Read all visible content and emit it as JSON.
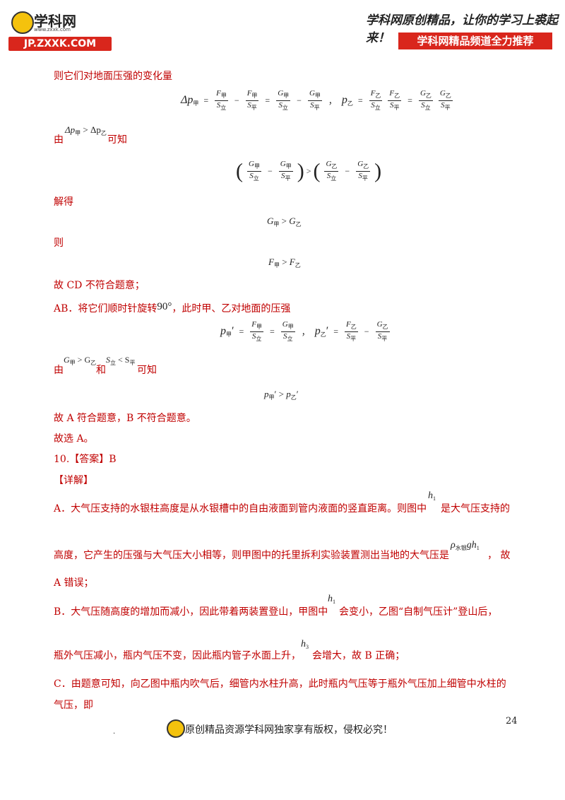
{
  "header": {
    "logo_cn": "学科网",
    "logo_url_small": "www.zxxk.com",
    "logo_banner": "JP.ZXXK.COM",
    "slogan": "学科网原创精品，让你的学习上裘起来！",
    "badge": "学科网精品频道全力推荐"
  },
  "body": {
    "p1": "则它们对地面压强的变化量",
    "eq1": {
      "lhs": "Δp",
      "lhs_sub": "甲",
      "f1n": "F",
      "f1n_sub": "甲",
      "f1d": "S",
      "f1d_sub": "立",
      "f2n": "F",
      "f2n_sub": "甲",
      "f2d": "S",
      "f2d_sub": "平",
      "f3n": "G",
      "f3n_sub": "甲",
      "f3d": "S",
      "f3d_sub": "立",
      "f4n": "G",
      "f4n_sub": "甲",
      "f4d": "S",
      "f4d_sub": "平",
      "sep": "，",
      "rhs": "p",
      "rhs_sub": "乙",
      "g1n": "F",
      "g1n_sub": "乙",
      "g1d": "S",
      "g1d_sub": "立",
      "g2n": "F",
      "g2n_sub": "乙",
      "g2d": "S",
      "g2d_sub": "平",
      "g3n": "G",
      "g3n_sub": "乙",
      "g3d": "S",
      "g3d_sub": "立",
      "g4n": "G",
      "g4n_sub": "乙",
      "g4d": "S",
      "g4d_sub": "平"
    },
    "p2_pre": "由",
    "p2_math": "Δp",
    "p2_sub1": "甲",
    "p2_gt": " > Δp",
    "p2_sub2": "乙",
    "p2_post": "可知",
    "eq2": {
      "a_n": "G",
      "a_n_sub": "甲",
      "a_d": "S",
      "a_d_sub": "立",
      "b_n": "G",
      "b_n_sub": "甲",
      "b_d": "S",
      "b_d_sub": "平",
      "c_n": "G",
      "c_n_sub": "乙",
      "c_d": "S",
      "c_d_sub": "立",
      "d_n": "G",
      "d_n_sub": "乙",
      "d_d": "S",
      "d_d_sub": "平"
    },
    "p3": "解得",
    "eq3": {
      "l": "G",
      "l_sub": "甲",
      "op": " > ",
      "r": "G",
      "r_sub": "乙"
    },
    "p4": "则",
    "eq4": {
      "l": "F",
      "l_sub": "甲",
      "op": " > ",
      "r": "F",
      "r_sub": "乙"
    },
    "p5": "故 CD 不符合题意；",
    "p6_pre": "AB．将它们顺时针旋转",
    "p6_math": "90°",
    "p6_post": "，此时甲、乙对地面的压强",
    "eq5": {
      "l": "p",
      "l_sub": "甲",
      "prime": "′",
      "a_n": "F",
      "a_n_sub": "甲",
      "a_d": "S",
      "a_d_sub": "立",
      "b_n": "G",
      "b_n_sub": "甲",
      "b_d": "S",
      "b_d_sub": "立",
      "sep": "，",
      "r": "p",
      "r_sub": "乙",
      "c_n": "F",
      "c_n_sub": "乙",
      "c_d": "S",
      "c_d_sub": "平",
      "d_n": "G",
      "d_n_sub": "乙",
      "d_d": "S",
      "d_d_sub": "平"
    },
    "p7_pre": "由",
    "p7_m1": "G",
    "p7_m1_sub1": "甲",
    "p7_m1_gt": " > G",
    "p7_m1_sub2": "乙",
    "p7_mid": "和",
    "p7_m2": "S",
    "p7_m2_sub1": "立",
    "p7_m2_lt": " < S",
    "p7_m2_sub2": "平",
    "p7_post": "可知",
    "eq6": {
      "l": "p",
      "l_sub": "甲",
      "prime": "′",
      "op": " > ",
      "r": "p",
      "r_sub": "乙"
    },
    "p8": "故 A 符合题意，B 不符合题意。",
    "p9": "故选 A。",
    "p10": "10.【答案】B",
    "p11": "【详解】",
    "p12_pre": "A．大气压支持的水银柱高度是从水银槽中的自由液面到管内液面的竖直距离。则图中",
    "p12_math": "h",
    "p12_math_sub": "1",
    "p12_post": "是大气压支持的",
    "p13_pre": "高度，它产生的压强与大气压大小相等，则甲图中的托里拆利实验装置测出当地的大气压是",
    "p13_math": "ρ",
    "p13_math_sub": "水银",
    "p13_math2": "gh",
    "p13_math2_sub": "1",
    "p13_post": "，  故",
    "p14": "A 错误；",
    "p15_pre": "B．大气压随高度的增加而减小，因此带着两装置登山，甲图中",
    "p15_math": "h",
    "p15_math_sub": "1",
    "p15_post": "会变小，乙图“自制气压计”登山后，",
    "p16_pre": "瓶外气压减小，瓶内气压不变，因此瓶内管子水面上升，",
    "p16_math": "h",
    "p16_math_sub": "3",
    "p16_post": "会增大，故 B 正确；",
    "p17": "C．由题意可知，向乙图中瓶内吹气后，细管内水柱升高，此时瓶内气压等于瓶外气压加上细管中水柱的",
    "p18": "气压，即"
  },
  "footer": {
    "text": "原创精品资源学科网独家享有版权，侵权必究！",
    "dot": ".",
    "page_number": "24"
  }
}
